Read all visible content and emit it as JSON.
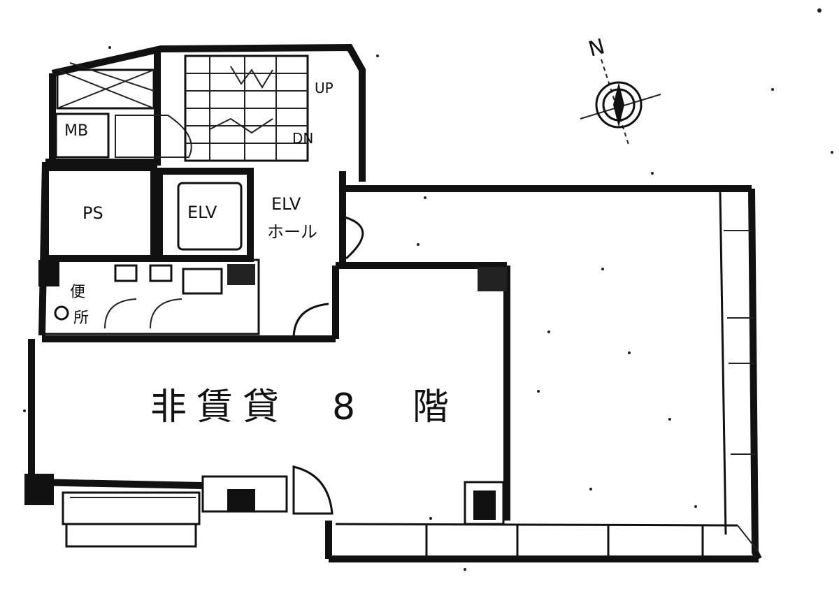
{
  "labels": {
    "up": "UP",
    "down": "DN",
    "mb": "MB",
    "ps": "PS",
    "elv": "ELV",
    "elv_hall_line1": "ELV",
    "elv_hall_line2": "ホール",
    "toilet_line1": "便",
    "toilet_line2": "所",
    "non_rental": "非賃貸",
    "floor_number": "8",
    "floor_suffix": "階",
    "north": "N"
  }
}
